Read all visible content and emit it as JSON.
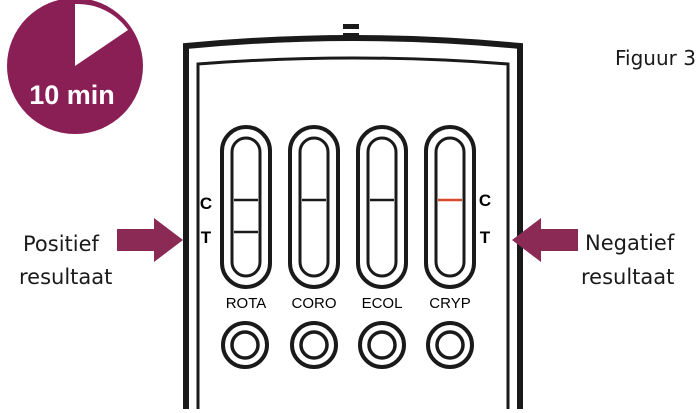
{
  "timer": {
    "text": "10 min",
    "color": "#8a1f55",
    "icon": "play-icon"
  },
  "figure_label": "Figuur 3",
  "positive_label": {
    "line1": "Positief",
    "line2": "resultaat"
  },
  "negative_label": {
    "line1": "Negatief",
    "line2": "resultaat"
  },
  "arrow_color": "#8a2a55",
  "left_markers": {
    "c": "C",
    "t": "T"
  },
  "right_markers": {
    "c": "C",
    "t": "T"
  },
  "tests": [
    {
      "name": "ROTA",
      "control_line": true,
      "test_line": true,
      "control_color": "#1a1a1a"
    },
    {
      "name": "CORO",
      "control_line": true,
      "test_line": false,
      "control_color": "#1a1a1a"
    },
    {
      "name": "ECOL",
      "control_line": true,
      "test_line": false,
      "control_color": "#1a1a1a"
    },
    {
      "name": "CRYP",
      "control_line": true,
      "test_line": false,
      "control_color": "#d8492c"
    }
  ]
}
